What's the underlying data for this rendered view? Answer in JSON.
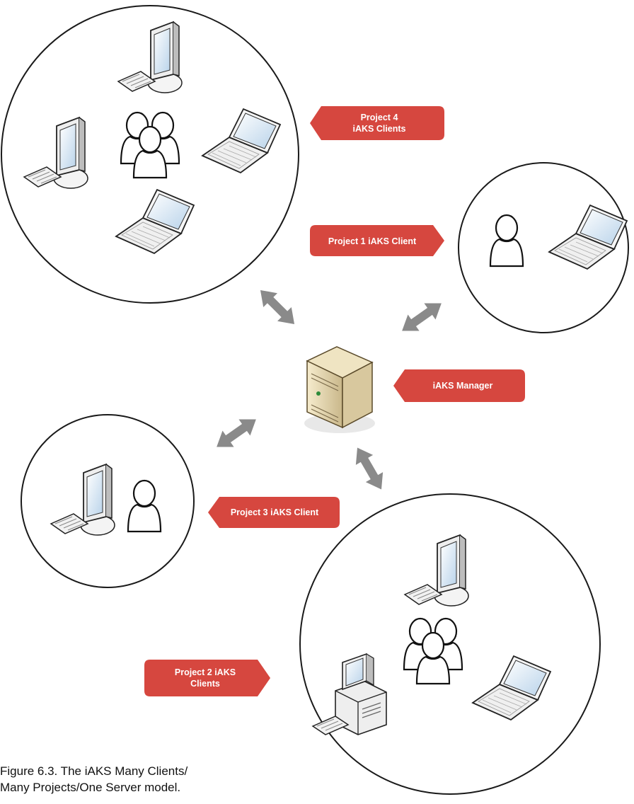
{
  "colors": {
    "callout": "#d6473f",
    "arrow": "#8a8a8a",
    "circle_stroke": "#1a1a1a"
  },
  "callouts": {
    "project4": [
      "Project 4",
      "iAKS Clients"
    ],
    "project1": [
      "Project 1 iAKS Client"
    ],
    "manager": [
      "iAKS Manager"
    ],
    "project3": [
      "Project 3 iAKS Client"
    ],
    "project2": [
      "Project 2 iAKS",
      "Clients"
    ]
  },
  "caption": {
    "line1": "Figure 6.3. The iAKS Many Clients/",
    "line2": "Many Projects/One Server model."
  },
  "icons": [
    "desktop-computer-icon",
    "laptop-icon",
    "user-group-icon",
    "user-icon",
    "server-tower-icon",
    "bidirectional-arrow-icon",
    "pc-tower-icon"
  ]
}
